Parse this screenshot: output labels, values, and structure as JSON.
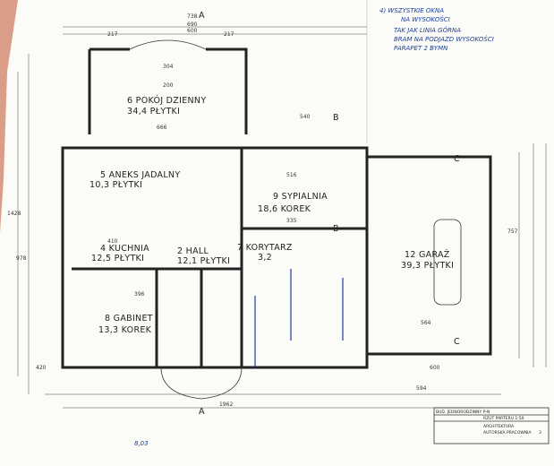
{
  "rooms": [
    {
      "name": "6 POKÓJ DZIENNY",
      "area": "34,4 PŁYTKI"
    },
    {
      "name": "5 ANEKS JADALNY",
      "area": "10,3 PŁYTKI"
    },
    {
      "name": "9 SYPIALNIA",
      "area": "18,6 KOREK"
    },
    {
      "name": "4 KUCHNIA",
      "area": "12,5 PŁYTKI"
    },
    {
      "name": "2 HALL",
      "area": "12,1 PŁYTKI"
    },
    {
      "name": "7 KORYTARZ",
      "area": "3,2"
    },
    {
      "name": "12 GARAŻ",
      "area": "39,3 PŁYTKI"
    },
    {
      "name": "8 GABINET",
      "area": "13,3 KOREK"
    }
  ],
  "dims": {
    "top0": "738",
    "top1": "690",
    "top2": "600",
    "top3": "217",
    "top4": "217",
    "inner304": "304",
    "inner200": "200",
    "inner666": "666",
    "d540": "540",
    "d516": "516",
    "d335": "335",
    "d410": "410",
    "d396": "396",
    "d600": "600",
    "d594": "594",
    "d1962": "1962",
    "d420": "420",
    "d1428": "1428",
    "d978": "978",
    "d757": "757",
    "d564": "564"
  },
  "notes": [
    "4) WSZYSTKIE OKNA",
    "NA WYSOKOŚCI",
    "TAK JAK LINIA GÓRNA",
    "BRAM NA PODJAZD WYSOKOŚCI",
    "PARAPET 2 BYMN",
    "8,03"
  ],
  "title_block": {
    "project": "BUD. JEDNORODZINNY P-N",
    "sheet": "RZUT PARTERU 1:50",
    "discipline": "ARCHITEKTURA",
    "studio": "AUTORSKA PRACOWNIA",
    "number": "3"
  }
}
